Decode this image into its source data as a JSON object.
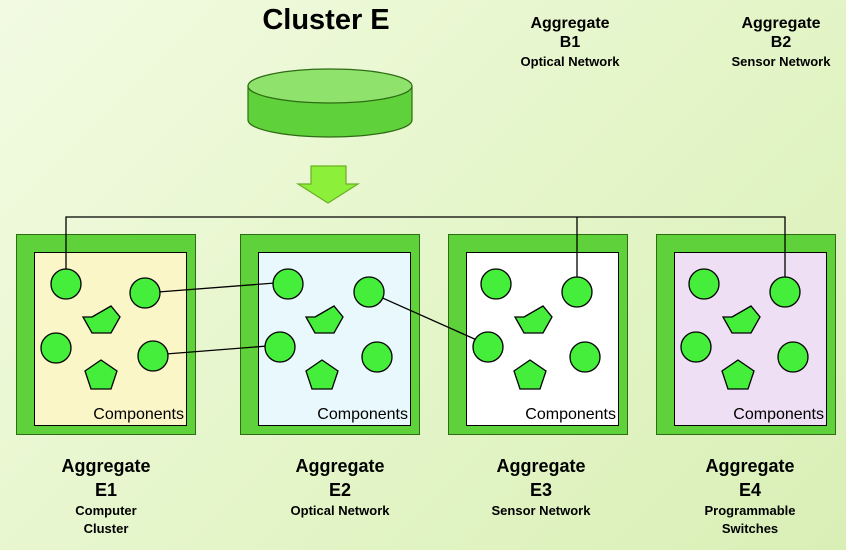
{
  "title": "Cluster E",
  "top_aggregates": [
    {
      "name": "Aggregate",
      "id": "B1",
      "desc": "Optical Network"
    },
    {
      "name": "Aggregate",
      "id": "B2",
      "desc": "Sensor Network"
    }
  ],
  "boxes": [
    {
      "component_label": "Components",
      "fill": "#fbf6c8"
    },
    {
      "component_label": "Components",
      "fill": "#e8f8fc"
    },
    {
      "component_label": "Components",
      "fill": "#ffffff"
    },
    {
      "component_label": "Components",
      "fill": "#efdff5"
    }
  ],
  "bottom_aggregates": [
    {
      "name": "Aggregate",
      "id": "E1",
      "desc": "Computer",
      "desc2": "Cluster"
    },
    {
      "name": "Aggregate",
      "id": "E2",
      "desc": "Optical Network",
      "desc2": ""
    },
    {
      "name": "Aggregate",
      "id": "E3",
      "desc": "Sensor Network",
      "desc2": ""
    },
    {
      "name": "Aggregate",
      "id": "E4",
      "desc": "Programmable",
      "desc2": "Switches"
    }
  ],
  "colors": {
    "node_fill": "#44ee3a",
    "frame_fill": "#5fd13a",
    "database_fill": "#5fd13a"
  }
}
